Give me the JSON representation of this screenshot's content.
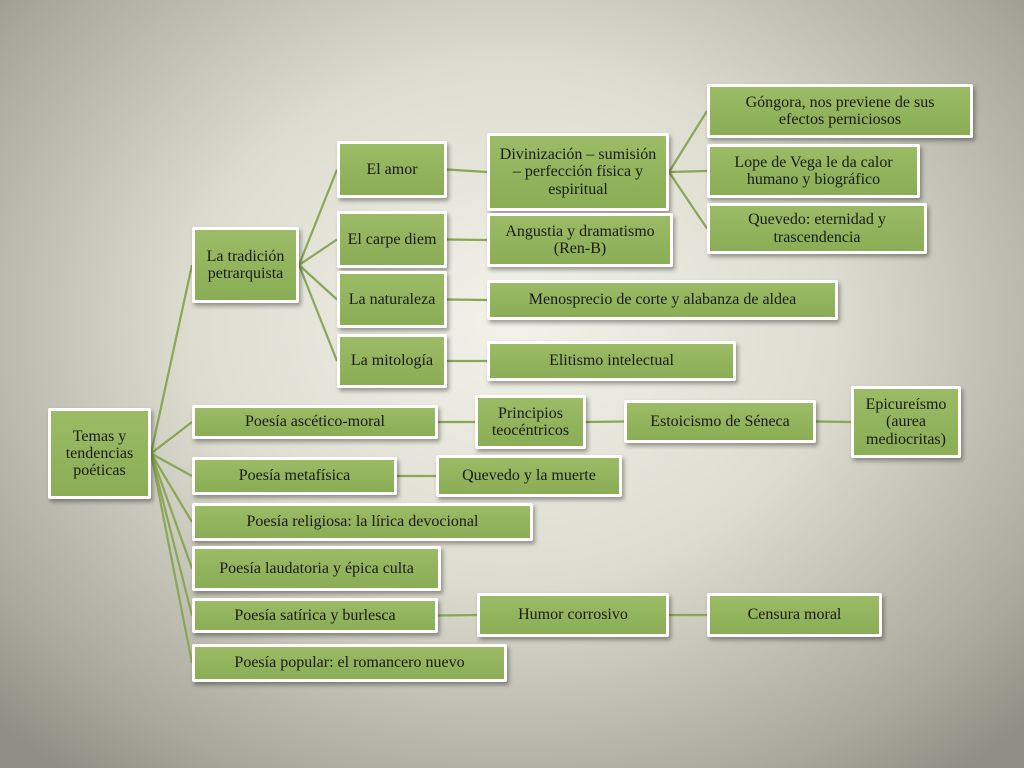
{
  "nodes": {
    "root": "Temas y tendencias poéticas",
    "petrarquista": "La tradición petrarquista",
    "amor": "El amor",
    "carpe": "El carpe diem",
    "naturaleza": "La naturaleza",
    "mitologia": "La mitología",
    "divinizacion": "Divinización – sumisión – perfección física y espiritual",
    "gongora": "Góngora, nos previene de sus efectos perniciosos",
    "lope": "Lope de Vega le da calor humano y biográfico",
    "quevedo_eternidad": "Quevedo: eternidad y trascendencia",
    "angustia": "Angustia y dramatismo (Ren-B)",
    "menosprecio": "Menosprecio de corte y alabanza de aldea",
    "elitismo": "Elitismo intelectual",
    "ascetico": "Poesía ascético-moral",
    "principios": "Principios teocéntricos",
    "estoicismo": "Estoicismo de Séneca",
    "epicureismo": "Epicureísmo (aurea mediocritas)",
    "metafisica": "Poesía metafísica",
    "quevedo_muerte": "Quevedo y la muerte",
    "religiosa": "Poesía religiosa: la lírica devocional",
    "laudatoria": "Poesía laudatoria y épica culta",
    "satirica": "Poesía satírica y burlesca",
    "humor": "Humor corrosivo",
    "censura": "Censura moral",
    "popular": "Poesía popular: el romancero nuevo"
  },
  "colors": {
    "node_fill": "#8fb05a",
    "node_border": "#ffffff",
    "connector": "#8ba654"
  }
}
